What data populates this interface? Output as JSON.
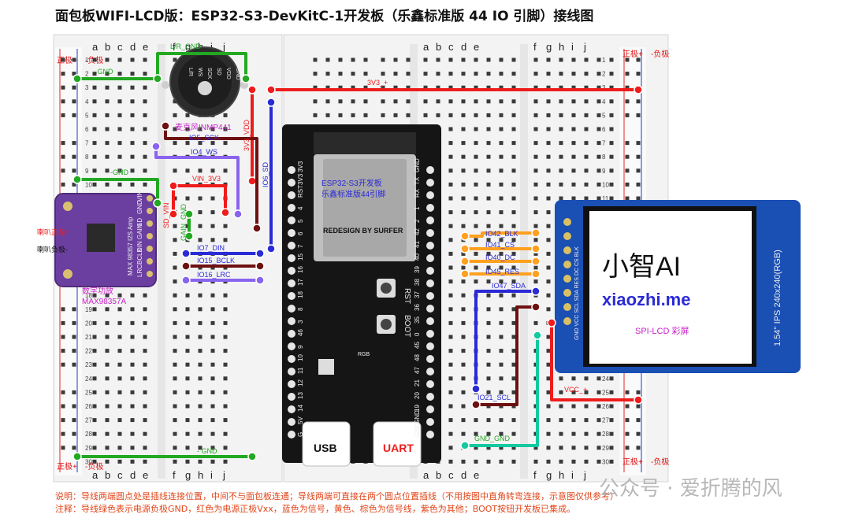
{
  "title": "面包板WIFI-LCD版：ESP32-S3-DevKitC-1开发板（乐鑫标准版 44 IO 引脚）接线图",
  "board_cols_left": [
    "a",
    "b",
    "c",
    "d",
    "e",
    "f",
    "g",
    "h",
    "i",
    "j"
  ],
  "board_cols_right": [
    "a",
    "b",
    "c",
    "d",
    "e",
    "f",
    "g",
    "h",
    "i",
    "j"
  ],
  "rail_labels": {
    "pos": "正极+",
    "neg": "-负极"
  },
  "row_numbers": [
    "1",
    "",
    "",
    "",
    "5",
    "",
    "",
    "",
    "",
    "10",
    "",
    "",
    "",
    "",
    "15",
    "",
    "",
    "",
    "",
    "20",
    "",
    "",
    "",
    "",
    "25",
    "",
    "",
    "",
    "",
    "30"
  ],
  "row_marks": [
    "1",
    "2",
    "3",
    "4",
    "5",
    "6",
    "7",
    "8",
    "9",
    "10",
    "11",
    "12",
    "13",
    "14",
    "15",
    "16",
    "17",
    "18",
    "19",
    "20",
    "21",
    "22",
    "23",
    "24",
    "25",
    "26",
    "27",
    "28",
    "29",
    "30"
  ],
  "mic": {
    "name": "麦克风INMP441",
    "pins": [
      "L/R",
      "WS",
      "SCK",
      "SD",
      "VDD",
      "GND"
    ]
  },
  "amp": {
    "name_cn": "数字功放",
    "name": "MAX98357A",
    "spk_pos": "喇叭正极+",
    "spk_neg": "喇叭负极-",
    "pins": [
      "LRC",
      "BCLK",
      "DIN",
      "GAIN",
      "SD",
      "GND",
      "VIN"
    ],
    "chip": "MAX 98357 I2S Amp"
  },
  "esp": {
    "chip_text": "ESP32-S3开发板",
    "chip_text2": "乐鑫标准版44引脚",
    "redesign": "REDESIGN BY SURFER",
    "usb": "USB",
    "uart": "UART",
    "rst": "RST",
    "boot": "BOOT",
    "rgb": "RGB",
    "left_pins": [
      "3V3",
      "3V3",
      "RST",
      "4",
      "5",
      "6",
      "7",
      "15",
      "16",
      "17",
      "18",
      "8",
      "3",
      "46",
      "9",
      "10",
      "11",
      "12",
      "13",
      "14",
      "5V",
      "G"
    ],
    "right_pins": [
      "GND",
      "TX",
      "RX",
      "1",
      "2",
      "42",
      "41",
      "40",
      "39",
      "38",
      "37",
      "36",
      "35",
      "0",
      "45",
      "48",
      "47",
      "21",
      "20",
      "19",
      "GND",
      "GND"
    ]
  },
  "lcd": {
    "title_cn": "小智AI",
    "url": "xiaozhi.me",
    "desc": "SPI-LCD 彩屏",
    "side": "1.54'' IPS 240x240(RGB)",
    "pins": "GND VCC SCL SDA RES DC CS BLK"
  },
  "wire_labels": {
    "lr_gnd": "L/R_GND",
    "gnd_top": "- GND",
    "v33": "3V3_+",
    "vdd": "3V3_VDD",
    "io5": "IO5_SCK",
    "io4": "IO4_WS",
    "io6": "IO6_SD",
    "gnd_mid": "-GND",
    "vin": "VIN_3V3",
    "sd_vin": "SD_VIN",
    "gain_gnd": "GAIN_GND",
    "io7": "IO7_DIN",
    "io15": "IO15_BCLK",
    "io16": "IO16_LRC",
    "io42": "IO42_BLK",
    "io41": "IO41_CS",
    "io40": "IO40_DC",
    "io45": "IO45_RES",
    "io47": "IO47_SDA",
    "io21": "IO21_SCL",
    "vcc": "VCC_+",
    "gnd_lcd": "GND_GND",
    "gnd_bottom": "- GND"
  },
  "notes": {
    "line1": "说明：导线两端圆点处是插线连接位置，中间不与面包板连通；导线两端可直接在两个圆点位置插线（不用按图中直角转弯连接，示意图仅供参考）",
    "line2": "注释：导线绿色表示电源负极GND，红色为电源正极Vxx，蓝色为信号，黄色、棕色为信号线，紫色为其他；BOOT按钮开发板已集成。"
  },
  "watermark": "公众号 · 爱折腾的风",
  "colors": {
    "gnd": "#22a822",
    "pos": "#ee1c1c",
    "sig": "#2a2ad6",
    "yel": "#ffa020",
    "brn": "#6e1010",
    "pur": "#8a63ef",
    "teal": "#12c9a0",
    "label": "#c824c8",
    "lcd_lbl": "#2a2ad6"
  }
}
